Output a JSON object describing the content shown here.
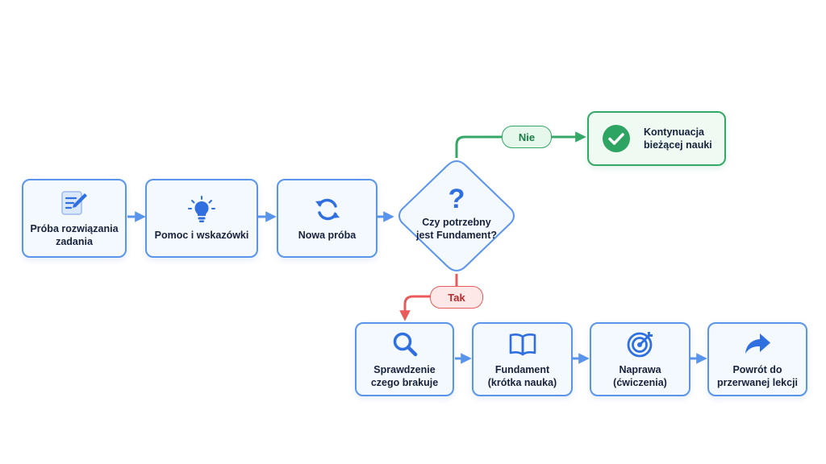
{
  "diagram": {
    "nodes": {
      "attempt": {
        "label": "Próba rozwiązania\nzadania",
        "icon": "edit-document-icon"
      },
      "hints": {
        "label": "Pomoc i wskazówki",
        "icon": "lightbulb-icon"
      },
      "retry": {
        "label": "Nowa próba",
        "icon": "refresh-icon"
      },
      "decision": {
        "symbol": "?",
        "label": "Czy potrzebny\njest Fundament?",
        "icon": "question-icon"
      },
      "continue": {
        "label": "Kontynuacja\nbieżącej nauki",
        "icon": "check-circle-icon"
      },
      "check": {
        "label": "Sprawdzenie\nczego brakuje",
        "icon": "search-icon"
      },
      "foundation": {
        "label": "Fundament\n(krótka nauka)",
        "icon": "book-icon"
      },
      "repair": {
        "label": "Naprawa\n(ćwiczenia)",
        "icon": "target-icon"
      },
      "return": {
        "label": "Powrót do\nprzerwanej lekcji",
        "icon": "forward-arrow-icon"
      }
    },
    "branches": {
      "no": "Nie",
      "yes": "Tak"
    },
    "colors": {
      "primary": "#2f6fe0",
      "box_border": "#5a95ec",
      "connector": "#5a95ec",
      "success": "#34a867",
      "danger": "#ea5a5a",
      "text": "#17223b"
    }
  }
}
